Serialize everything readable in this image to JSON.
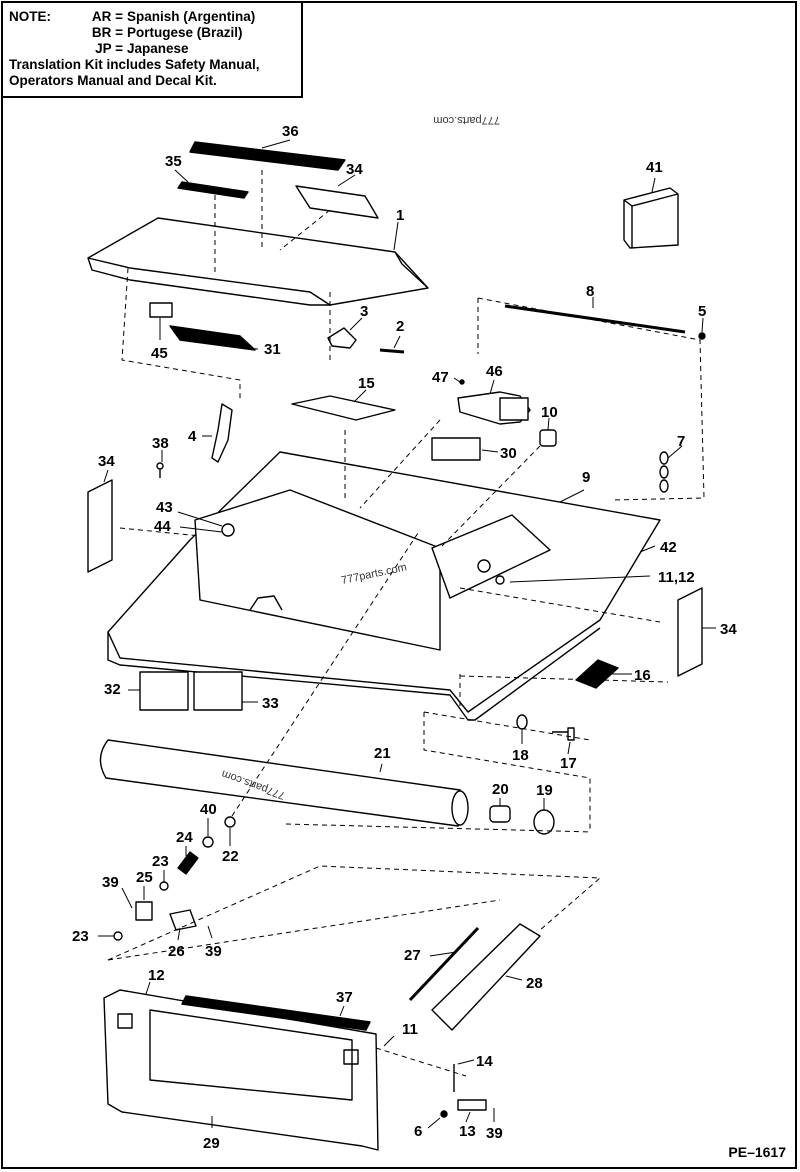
{
  "note": {
    "title": "NOTE:",
    "rows": [
      {
        "code": "AR =",
        "lang": "Spanish (Argentina)"
      },
      {
        "code": "BR =",
        "lang": "Portugese (Brazil)"
      },
      {
        "code": "JP =",
        "lang": "Japanese"
      }
    ],
    "line1": "Translation Kit includes Safety Manual,",
    "line2": "Operators Manual and Decal Kit."
  },
  "watermark": "777parts.com",
  "drawing_ref": "PE–1617",
  "callouts": {
    "c1": "1",
    "c2": "2",
    "c3": "3",
    "c4": "4",
    "c5": "5",
    "c6": "6",
    "c7": "7",
    "c8": "8",
    "c9": "9",
    "c10": "10",
    "c11": "11",
    "c11_12": "11,12",
    "c12": "12",
    "c13": "13",
    "c14": "14",
    "c15": "15",
    "c16": "16",
    "c17": "17",
    "c18": "18",
    "c19": "19",
    "c20": "20",
    "c21": "21",
    "c22": "22",
    "c23a": "23",
    "c23b": "23",
    "c24": "24",
    "c25": "25",
    "c26": "26",
    "c27": "27",
    "c28": "28",
    "c29": "29",
    "c30": "30",
    "c31": "31",
    "c32": "32",
    "c33": "33",
    "c34a": "34",
    "c34b": "34",
    "c34c": "34",
    "c35": "35",
    "c36": "36",
    "c37": "37",
    "c38": "38",
    "c39a": "39",
    "c39b": "39",
    "c39c": "39",
    "c40": "40",
    "c41": "41",
    "c42": "42",
    "c43": "43",
    "c44": "44",
    "c45": "45",
    "c46": "46",
    "c47": "47"
  }
}
